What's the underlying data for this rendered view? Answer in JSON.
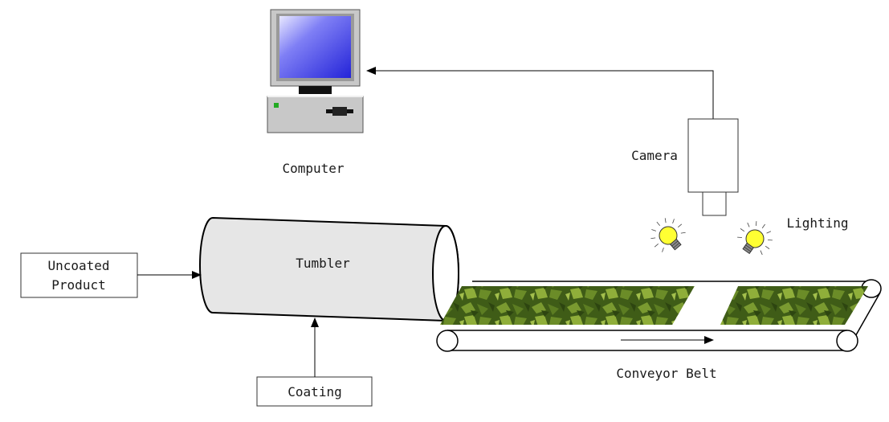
{
  "labels": {
    "computer": "Computer",
    "camera": "Camera",
    "lighting": "Lighting",
    "tumbler": "Tumbler",
    "uncoated_line1": "Uncoated",
    "uncoated_line2": "Product",
    "coating": "Coating",
    "conveyor_belt": "Conveyor Belt"
  },
  "icons": {
    "computer": "computer-icon",
    "camera": "camera-icon",
    "lights": "light-bulb-icon"
  },
  "colors": {
    "screen": "#2f2fe0",
    "monitor_frame": "#c8c8c8",
    "tumbler_fill": "#e6e6e6",
    "bulb": "#ffff33",
    "leaves": "#4a6a1c",
    "power_led": "#22aa22"
  }
}
